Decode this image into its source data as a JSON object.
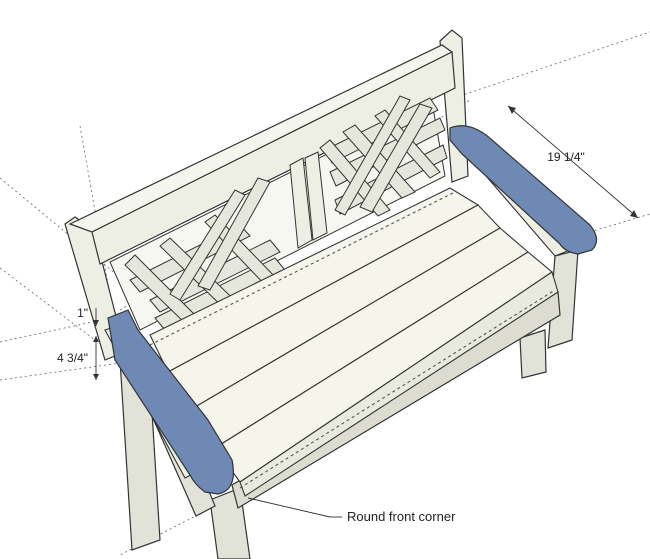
{
  "drawing": {
    "subject": "garden bench",
    "dimensions": {
      "armrest_depth": "19 1/4\"",
      "armrest_overhang": "1\"",
      "armrest_width": "4 3/4\""
    },
    "callout": "Round front corner"
  },
  "colors": {
    "wood": "#edeee4",
    "wood_shade": "#dcdcd1",
    "lattice": "#e6e7dc",
    "armrest": "#6e8ab4",
    "outline": "#333333",
    "background": "#ffffff"
  }
}
